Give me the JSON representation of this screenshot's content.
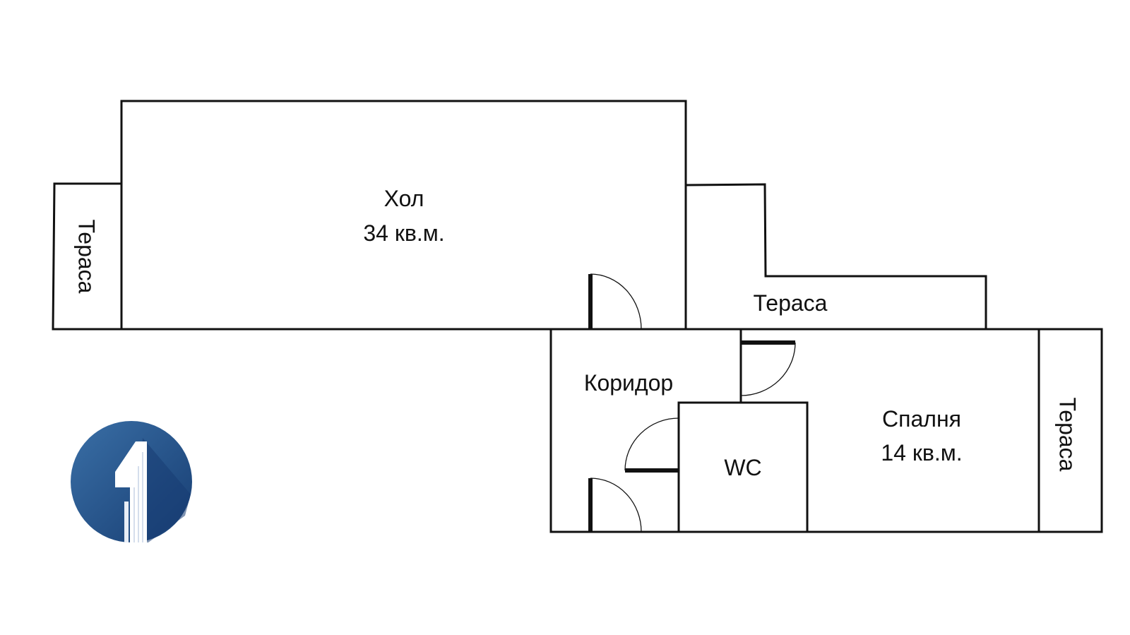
{
  "plan": {
    "wall_color": "#111111",
    "rooms": {
      "living": {
        "name": "Хол",
        "area": "34 кв.м."
      },
      "bedroom": {
        "name": "Спалня",
        "area": "14 кв.м."
      },
      "corridor": {
        "name": "Коридор"
      },
      "wc": {
        "name": "WC"
      }
    },
    "terraces": {
      "left": "Тераса",
      "middle": "Тераса",
      "right": "Тераса"
    }
  },
  "logo": {
    "icon": "building-number-one-logo",
    "colors": {
      "dark": "#173d72",
      "light": "#3a6fa6",
      "mark": "#ffffff"
    }
  }
}
